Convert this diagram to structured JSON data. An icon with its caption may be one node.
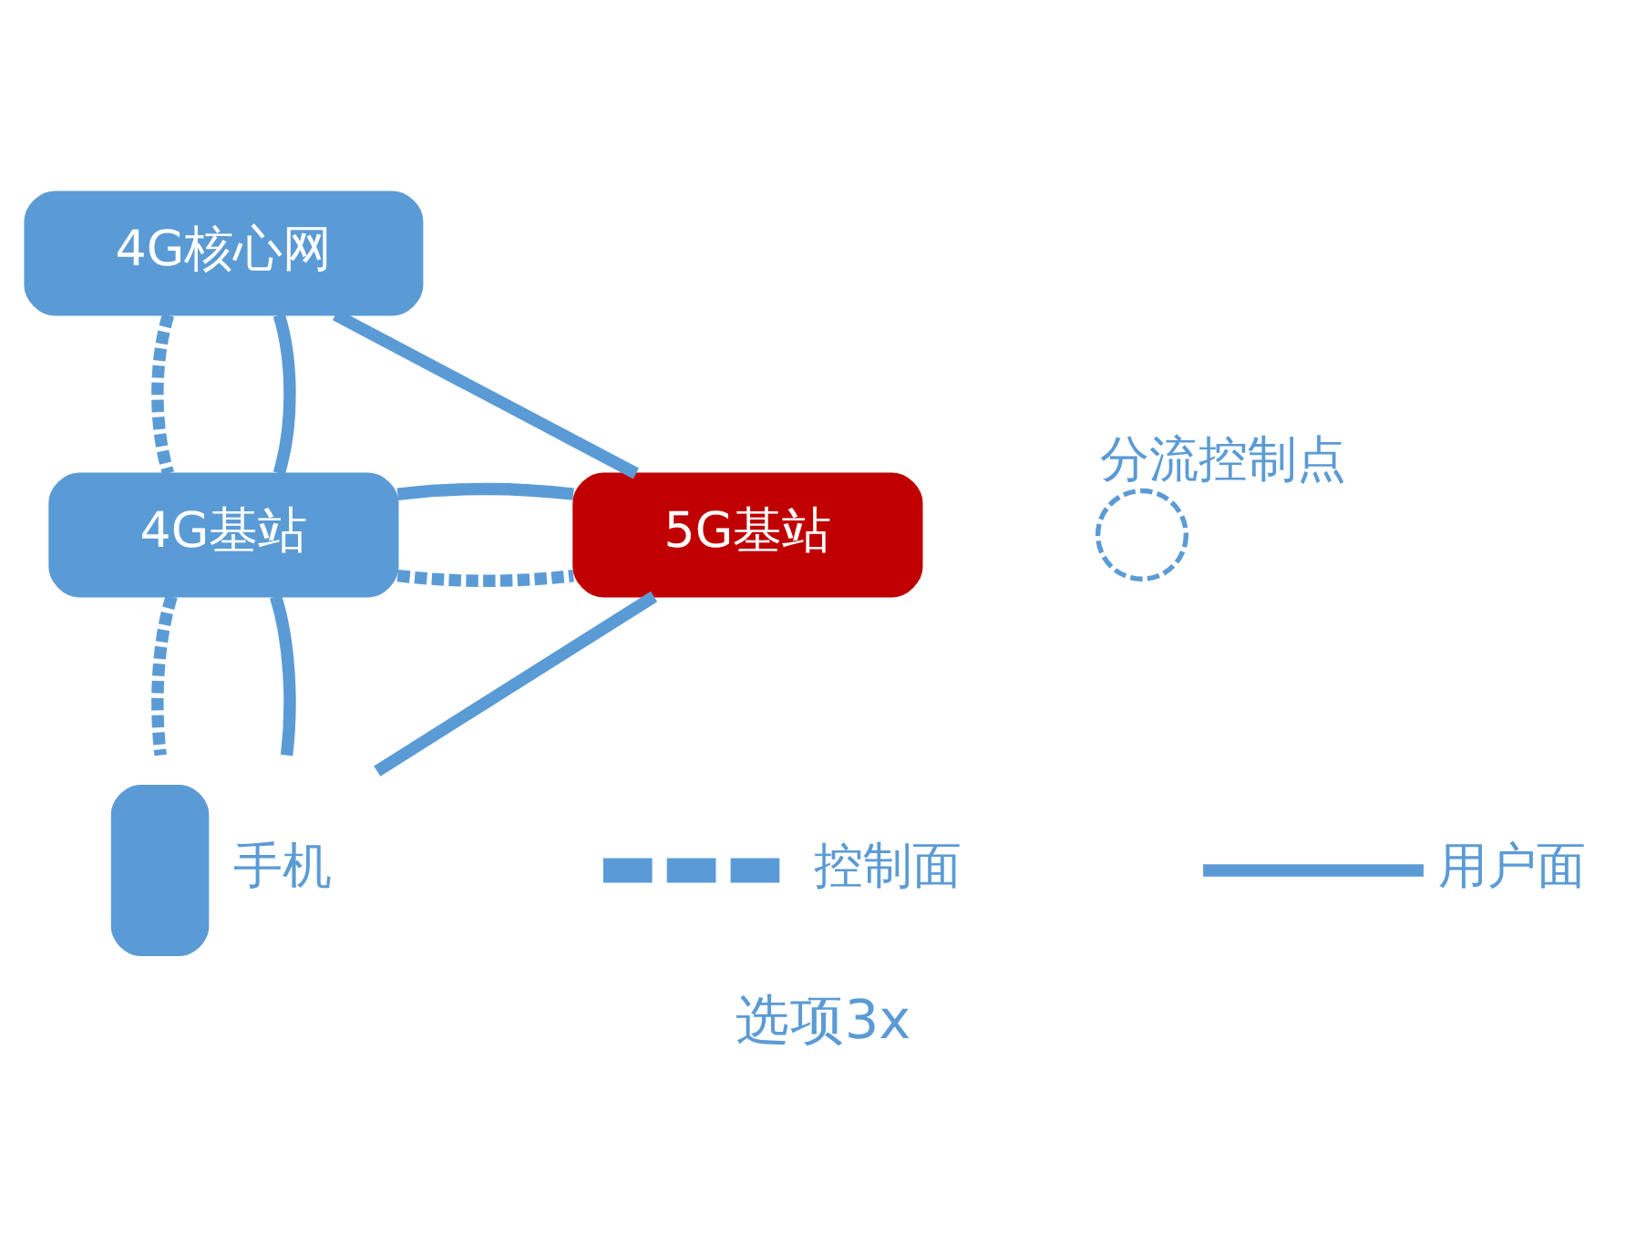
{
  "diagram": {
    "caption": "选项3x",
    "nodes": [
      {
        "text": [
          "4G核心网"
        ]
      },
      {
        "text": [
          "4G基站"
        ]
      },
      {
        "text": [
          "5G基站"
        ]
      },
      {
        "text": [],
        "shape": "box",
        "beside": [
          "手机"
        ]
      },
      {
        "text": [],
        "shape": "circle",
        "beside": [
          "分流控制点"
        ]
      }
    ],
    "edges": [
      {
        "from": 0,
        "to": 1,
        "arrow": "none",
        "style": "dashed"
      },
      {
        "from": 0,
        "to": 1,
        "arrow": "none"
      },
      {
        "from": 0,
        "to": 2,
        "arrow": "none"
      },
      {
        "from": 1,
        "to": 2,
        "arrow": "none",
        "style": "dashed"
      },
      {
        "from": 1,
        "to": 2,
        "arrow": "none"
      },
      {
        "from": 1,
        "to": 3,
        "arrow": "none",
        "style": "dashed"
      },
      {
        "from": 1,
        "to": 3,
        "arrow": "none"
      },
      {
        "from": 2,
        "to": 3,
        "arrow": "none"
      }
    ],
    "legend": [
      {
        "text": "控制面"
      },
      {
        "text": "用户面"
      }
    ]
  }
}
